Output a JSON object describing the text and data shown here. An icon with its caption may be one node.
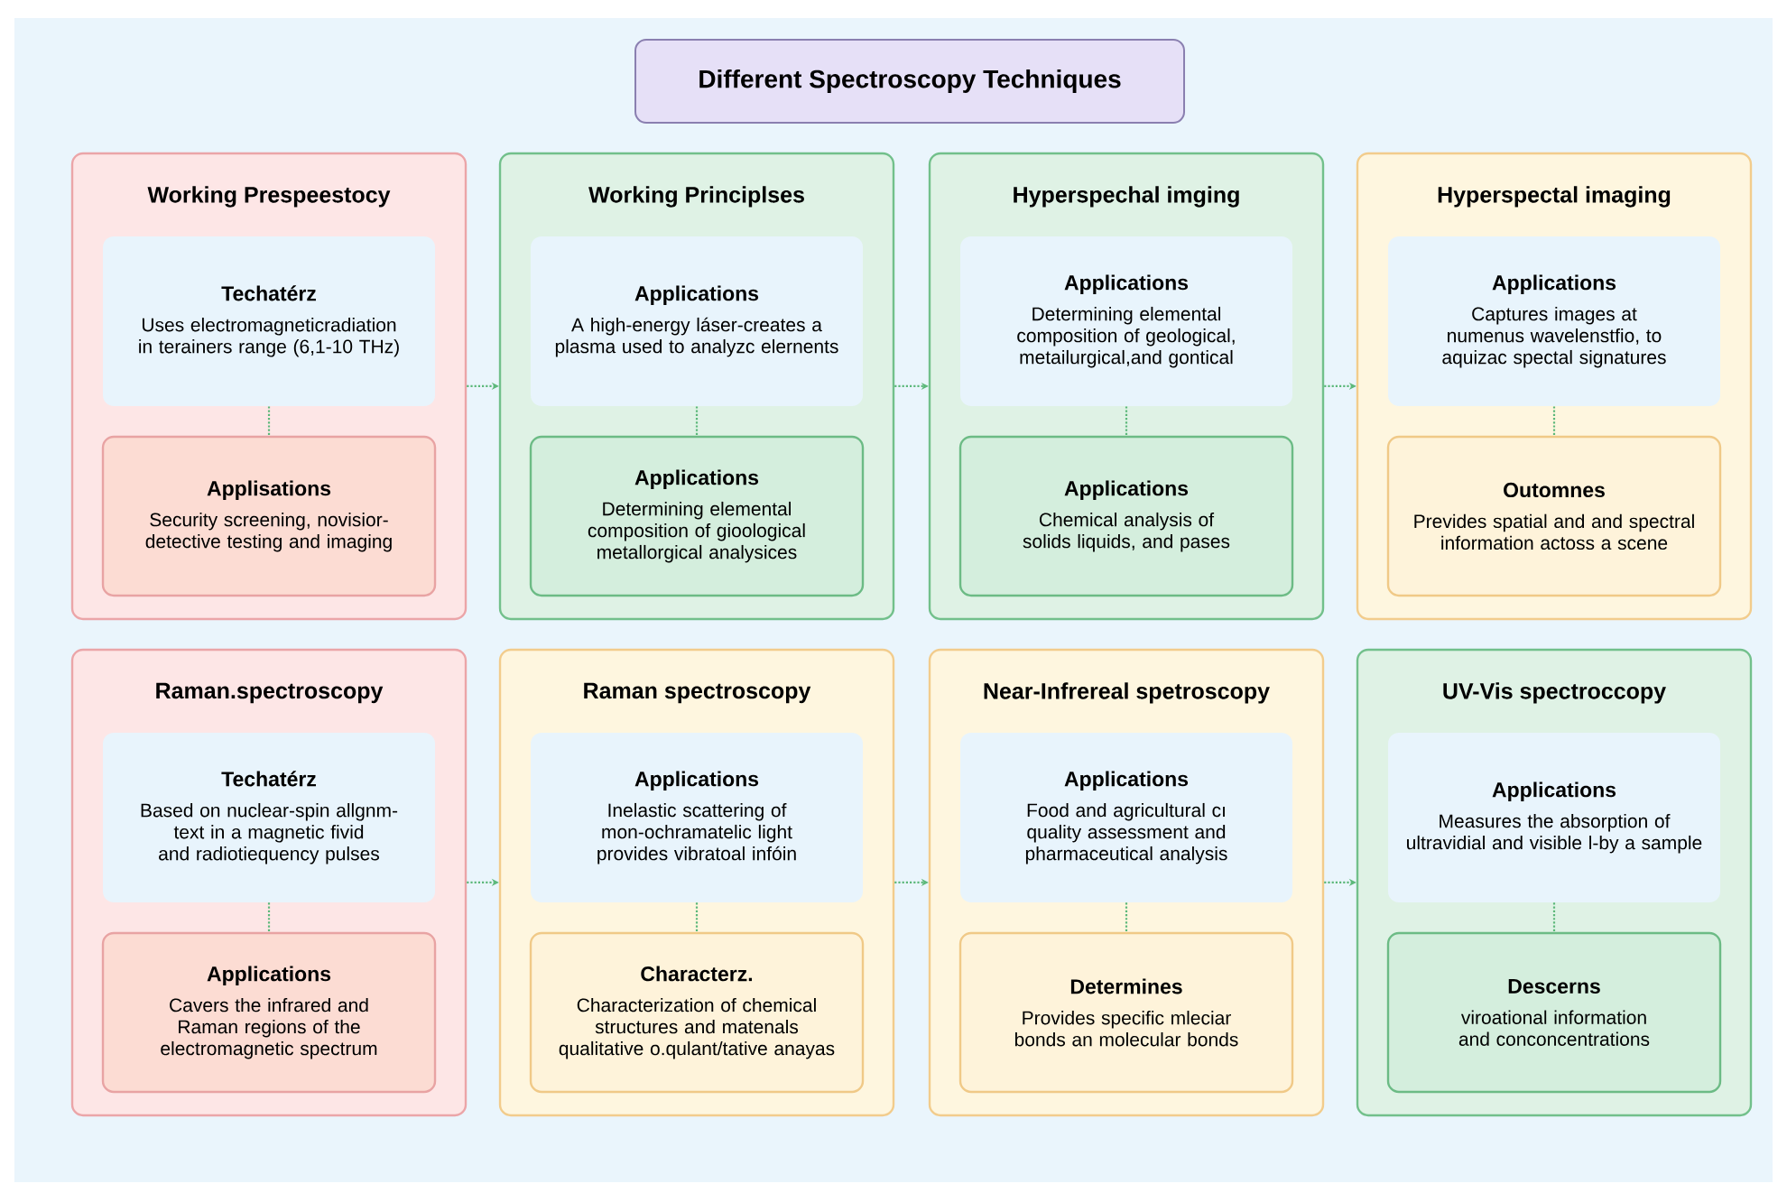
{
  "diagram": {
    "title": "Different Spectroscopy Techniques",
    "nodes": [
      {
        "text": [
          "Working Prespeestocy"
        ]
      },
      {
        "text": [
          "Techatérz",
          "Uses electromagneticradiation in terainers range (6,1-10 THz)"
        ],
        "in": 0
      },
      {
        "text": [
          "Applisations",
          "Security screening, novisior-detective testing and imaging"
        ],
        "in": 0
      },
      {
        "text": [
          "Working Principlses"
        ]
      },
      {
        "text": [
          "Applications",
          "A high-energy láser-creates a plasma used to analyzc elernents"
        ],
        "in": 3
      },
      {
        "text": [
          "Applications",
          "Determining elemental composition of gioological metallorgical analysices"
        ],
        "in": 3
      },
      {
        "text": [
          "Hyperspechal imging"
        ]
      },
      {
        "text": [
          "Applications",
          "Determining elemental composition of geological, metailurgical,and gontical"
        ],
        "in": 6
      },
      {
        "text": [
          "Applications",
          "Chemical analysis of solids liquids, and pases"
        ],
        "in": 6
      },
      {
        "text": [
          "Hyperspectal imaging"
        ]
      },
      {
        "text": [
          "Applications",
          "Captures images at numenus wavelenstfio, to aquizac spectal signatures"
        ],
        "in": 9
      },
      {
        "text": [
          "Outomnes",
          "Prevides spatial and and spectral information actoss a scene"
        ],
        "in": 9
      },
      {
        "text": [
          "Raman.spectroscopy"
        ]
      },
      {
        "text": [
          "Techatérz",
          "Based on nuclear-spin allgnm-text in a magnetic fivid and radiotiequency pulses"
        ],
        "in": 12
      },
      {
        "text": [
          "Applications",
          "Cavers the infrared and Raman regions of the electromagnetic spectrum"
        ],
        "in": 12
      },
      {
        "text": [
          "Raman spectroscopy"
        ]
      },
      {
        "text": [
          "Applications",
          "Inelastic scattering of mon-ochramatelic light provides vibratoal infóin"
        ],
        "in": 15
      },
      {
        "text": [
          "Characterz.",
          "Characterization of chemical structures and matenals qualitative o.qulant/tative anayas"
        ],
        "in": 15
      },
      {
        "text": [
          "Near-Infrereal spetroscopy"
        ]
      },
      {
        "text": [
          "Applications",
          "Food and agricultural cı quality assessment and pharmaceutical analysis"
        ],
        "in": 18
      },
      {
        "text": [
          "Determines",
          "Provides specific mleciar bonds an molecular bonds"
        ],
        "in": 18
      },
      {
        "text": [
          "UV-Vis spectroccopy"
        ]
      },
      {
        "text": [
          "Applications",
          "Measures the absorption of ultravidial and visible l-by a sample"
        ],
        "in": 21
      },
      {
        "text": [
          "Descerns",
          "viroational information and conconcentrations"
        ],
        "in": 21
      }
    ],
    "edges": [
      {
        "from": 1,
        "to": 2,
        "arrow": "none",
        "style": "dashed"
      },
      {
        "from": 0,
        "to": 3,
        "arrow": "to",
        "style": "dashed"
      },
      {
        "from": 4,
        "to": 5,
        "arrow": "none",
        "style": "dashed"
      },
      {
        "from": 3,
        "to": 6,
        "arrow": "to",
        "style": "dashed"
      },
      {
        "from": 7,
        "to": 8,
        "arrow": "none",
        "style": "dashed"
      },
      {
        "from": 6,
        "to": 9,
        "arrow": "to",
        "style": "dashed"
      },
      {
        "from": 10,
        "to": 11,
        "arrow": "none",
        "style": "dashed"
      },
      {
        "from": 13,
        "to": 14,
        "arrow": "none",
        "style": "dashed"
      },
      {
        "from": 12,
        "to": 15,
        "arrow": "to",
        "style": "dashed"
      },
      {
        "from": 16,
        "to": 17,
        "arrow": "none",
        "style": "dashed"
      },
      {
        "from": 15,
        "to": 18,
        "arrow": "to",
        "style": "dashed"
      },
      {
        "from": 19,
        "to": 20,
        "arrow": "none",
        "style": "dashed"
      },
      {
        "from": 18,
        "to": 21,
        "arrow": "to",
        "style": "dashed"
      },
      {
        "from": 22,
        "to": 23,
        "arrow": "none",
        "style": "dashed"
      }
    ]
  }
}
